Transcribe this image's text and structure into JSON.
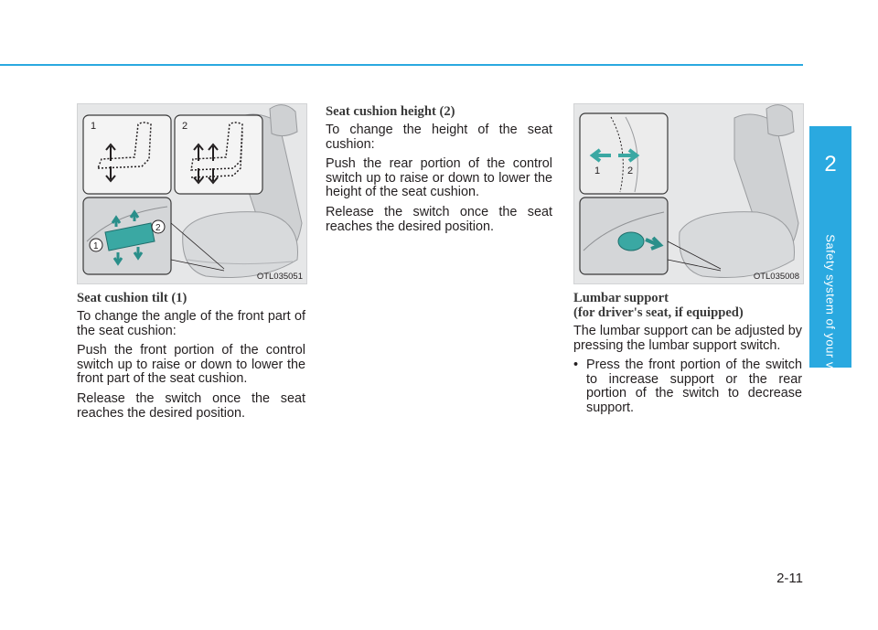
{
  "page": {
    "number": "2-11"
  },
  "chapter_tab": {
    "number": "2",
    "title": "Safety system of your vehicle"
  },
  "figures": [
    {
      "code": "OTL035051",
      "callouts": [
        "1",
        "2",
        "1",
        "2"
      ]
    },
    {
      "code": "OTL035008",
      "callouts": [
        "1",
        "2"
      ]
    }
  ],
  "sections": {
    "tilt": {
      "heading": "Seat cushion tilt (1)",
      "paragraphs": [
        "To change the angle of the front part of the seat cushion:",
        "Push the front portion of the control switch up to raise or down to lower the front part of the seat cushion.",
        "Release the switch once the seat reaches the desired position."
      ]
    },
    "height": {
      "heading": "Seat cushion height (2)",
      "paragraphs": [
        "To change the height of the seat cushion:",
        "Push the rear portion of the control switch up to raise or down to lower the height of the seat cushion.",
        "Release the switch once the seat reaches the desired position."
      ]
    },
    "lumbar": {
      "heading_line1": "Lumbar support",
      "heading_line2": "(for driver's seat, if equipped)",
      "paragraph": "The lumbar support can be adjusted by pressing the lumbar support switch.",
      "bullet": "Press the front portion of the switch to increase support or the rear portion of the switch to decrease support."
    }
  }
}
